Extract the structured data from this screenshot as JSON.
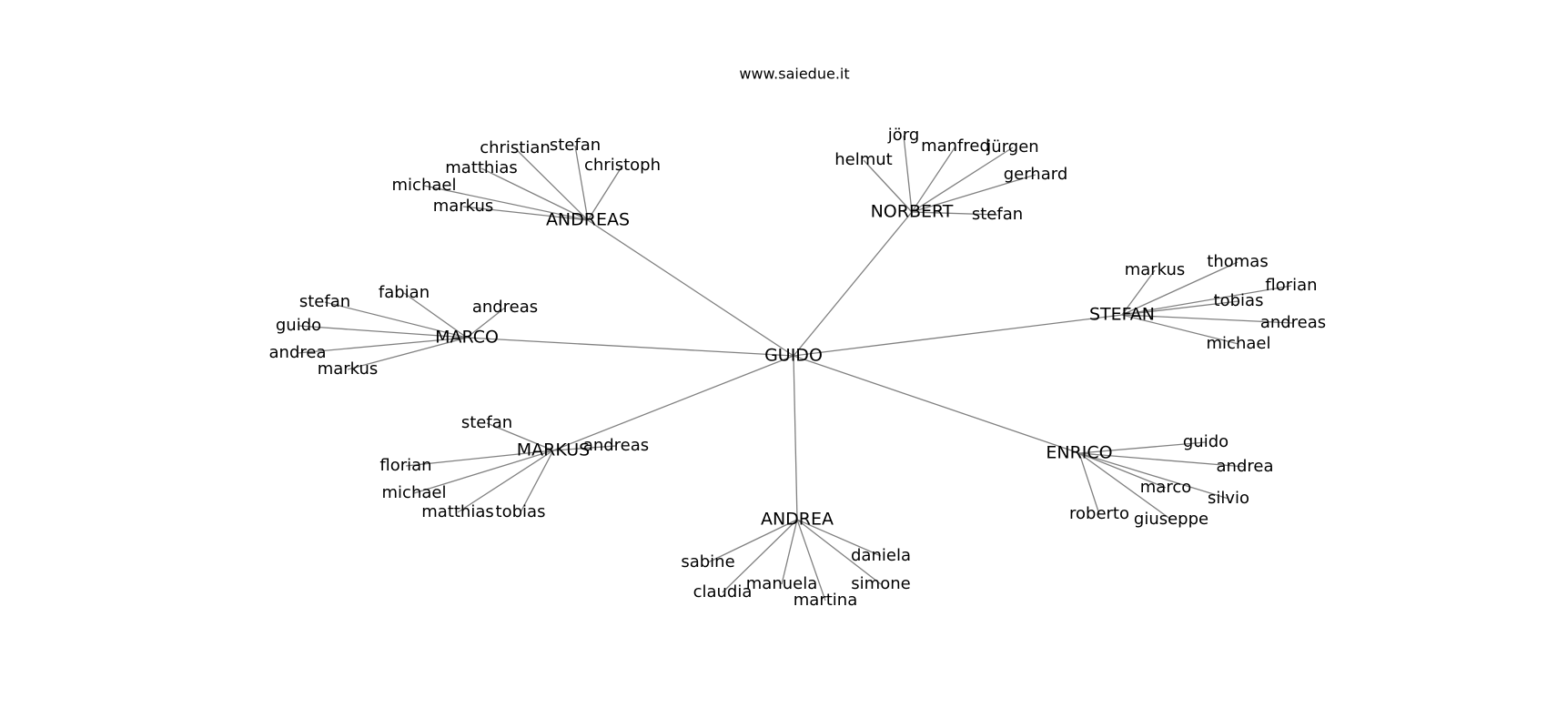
{
  "title": "www.saiedue.it",
  "edge_color": "#808080",
  "text_color": "#000000",
  "root": "GUIDO",
  "hubs": [
    {
      "label": "ANDREAS",
      "leaves": [
        "christian",
        "stefan",
        "christoph",
        "matthias",
        "michael",
        "markus"
      ]
    },
    {
      "label": "NORBERT",
      "leaves": [
        "jörg",
        "manfred",
        "jürgen",
        "helmut",
        "gerhard",
        "stefan"
      ]
    },
    {
      "label": "STEFAN",
      "leaves": [
        "markus",
        "thomas",
        "florian",
        "tobias",
        "andreas",
        "michael"
      ]
    },
    {
      "label": "MARCO",
      "leaves": [
        "fabian",
        "stefan",
        "andreas",
        "guido",
        "andrea",
        "markus"
      ]
    },
    {
      "label": "MARKUS",
      "leaves": [
        "stefan",
        "andreas",
        "florian",
        "michael",
        "matthias",
        "tobias"
      ]
    },
    {
      "label": "ENRICO",
      "leaves": [
        "guido",
        "andrea",
        "marco",
        "silvio",
        "roberto",
        "giuseppe"
      ]
    },
    {
      "label": "ANDREA",
      "leaves": [
        "sabine",
        "daniela",
        "claudia",
        "manuela",
        "simone",
        "martina"
      ]
    }
  ]
}
